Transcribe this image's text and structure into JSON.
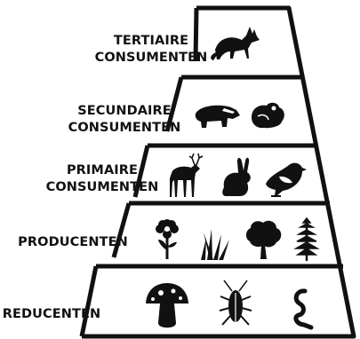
{
  "levels": [
    {
      "id": "tertiary",
      "label_line1": "TERTIAIRE",
      "label_line2": "CONSUMENTEN",
      "icons": [
        "fox-icon"
      ]
    },
    {
      "id": "secondary",
      "label_line1": "SECUNDAIRE",
      "label_line2": "CONSUMENTEN",
      "icons": [
        "badger-icon",
        "frog-icon"
      ]
    },
    {
      "id": "primary",
      "label_line1": "PRIMAIRE",
      "label_line2": "CONSUMENTEN",
      "icons": [
        "deer-icon",
        "rabbit-icon",
        "bird-icon"
      ]
    },
    {
      "id": "producers",
      "label_line1": "PRODUCENTEN",
      "label_line2": "",
      "icons": [
        "flower-icon",
        "grass-icon",
        "tree-icon",
        "fern-icon"
      ]
    },
    {
      "id": "decomposers",
      "label_line1": "REDUCENTEN",
      "label_line2": "",
      "icons": [
        "mushroom-icon",
        "cockroach-icon",
        "worm-icon"
      ]
    }
  ],
  "colors": {
    "stroke": "#111111",
    "fill": "#111111",
    "background": "#ffffff"
  }
}
